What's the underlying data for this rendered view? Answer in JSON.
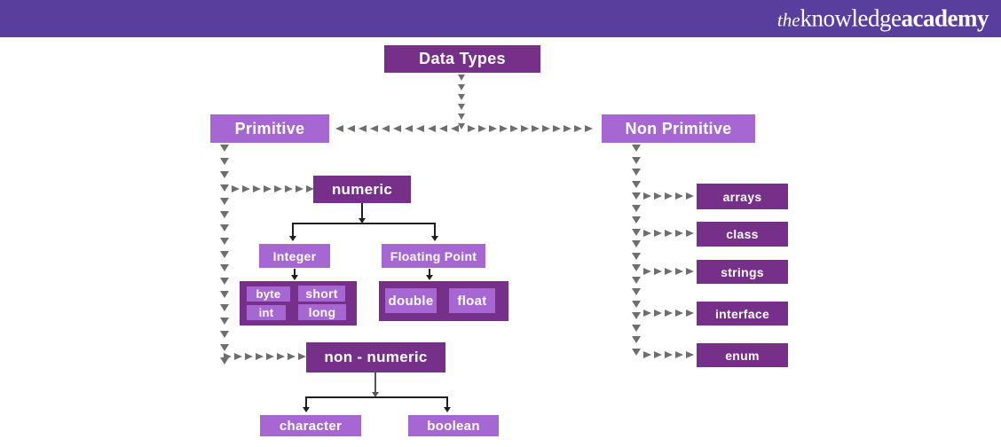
{
  "header": {
    "brand": {
      "the": "the",
      "knowledge": "knowledge",
      "academy": "academy"
    }
  },
  "colors": {
    "header_bg": "#5a3e9d",
    "box_dark": "#76308a",
    "box_light": "#a667d3",
    "arrow_gray": "#6e6e6e",
    "line_black": "#1f1f1f",
    "line_gray": "#555555",
    "text_white": "#ffffff"
  },
  "nodes": {
    "root": "Data Types",
    "primitive": "Primitive",
    "non_primitive": "Non Primitive",
    "numeric": "numeric",
    "integer": "Integer",
    "floating_point": "Floating Point",
    "byte": "byte",
    "short": "short",
    "int": "int",
    "long": "long",
    "double": "double",
    "float": "float",
    "non_numeric": "non - numeric",
    "character": "character",
    "boolean": "boolean",
    "arrays": "arrays",
    "class": "class",
    "strings": "strings",
    "interface": "interface",
    "enum": "enum"
  }
}
